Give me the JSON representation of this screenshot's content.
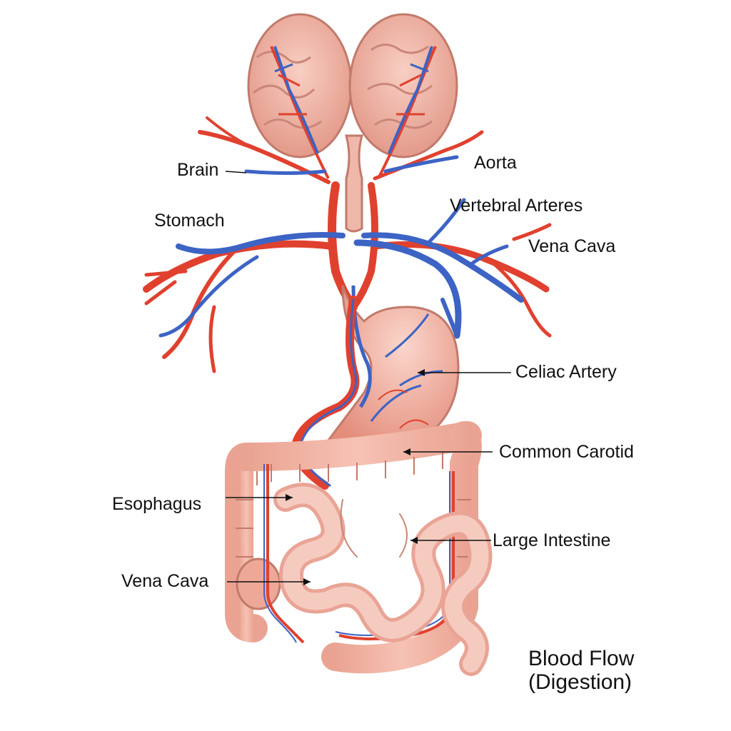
{
  "title": {
    "line1": "Blood Flow",
    "line2": "(Digestion)"
  },
  "labels": {
    "brain": "Brain",
    "stomach": "Stomach",
    "aorta": "Aorta",
    "vertebral_arteries": "Vertebral Arteres",
    "vena_cava_top": "Vena Cava",
    "celiac_artery": "Celiac Artery",
    "common_carotid": "Common Carotid",
    "esophagus": "Esophagus",
    "large_intestine": "Large Intestine",
    "vena_cava_bottom": "Vena Cava"
  },
  "colors": {
    "artery": "#e0412f",
    "vein": "#3d63c4",
    "tissue": "#f2b3a4",
    "tissue_dark": "#c97a6c",
    "text": "#111111"
  }
}
